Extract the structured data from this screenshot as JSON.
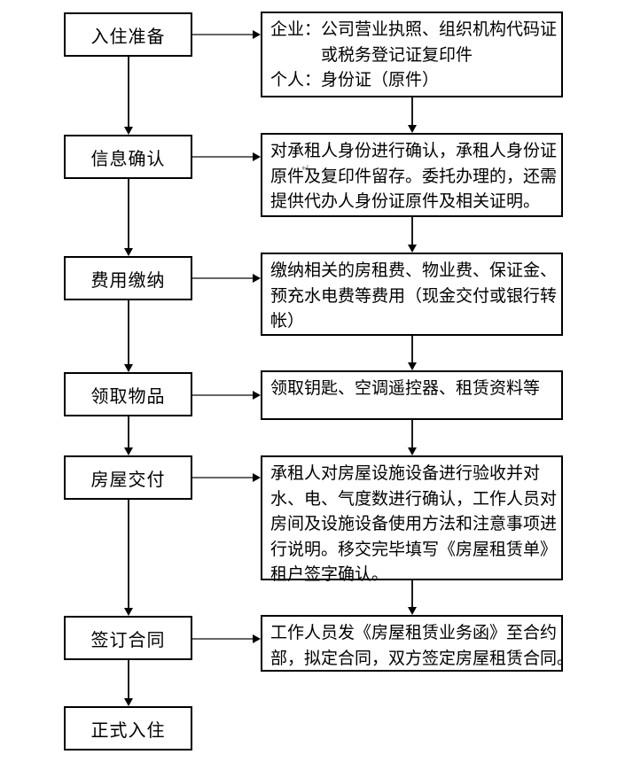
{
  "colors": {
    "background": "#ffffff",
    "box_border": "#000000",
    "text": "#000000",
    "connector_horizontal": "#666666",
    "connector_vertical": "#1c1c1c",
    "arrowhead": "#000000",
    "soft_return_mark": "#8a8a8a"
  },
  "flow": {
    "steps": [
      {
        "label": "入住准备",
        "detail_lines": [
          "企业：公司营业执照、组织机构代码证",
          "　　　或税务登记证复印件",
          "个人：身份证（原件）"
        ]
      },
      {
        "label": "信息确认",
        "soft_return_mark": "↵",
        "detail_lines": [
          "对承租人身份进行确认，承租人身份证",
          "原件及复印件留存。委托办理的，还需",
          "提供代办人身份证原件及相关证明。"
        ]
      },
      {
        "label": "费用缴纳",
        "detail_lines": [
          "缴纳相关的房租费、物业费、保证金、",
          "预充水电费等费用（现金交付或银行转",
          "帐）"
        ]
      },
      {
        "label": "领取物品",
        "detail_lines": [
          "领取钥匙、空调遥控器、租赁资料等"
        ]
      },
      {
        "label": "房屋交付",
        "detail_lines": [
          "承租人对房屋设施设备进行验收并对",
          "水、电、气度数进行确认，工作人员对",
          "房间及设施设备使用方法和注意事项进",
          "行说明。移交完毕填写《房屋租赁单》",
          "租户签字确认。"
        ]
      },
      {
        "label": "签订合同",
        "detail_lines": [
          "工作人员发《房屋租赁业务函》至合约",
          "部，拟定合同，双方签定房屋租赁合同。"
        ]
      },
      {
        "label": "正式入住",
        "detail_lines": []
      }
    ]
  }
}
